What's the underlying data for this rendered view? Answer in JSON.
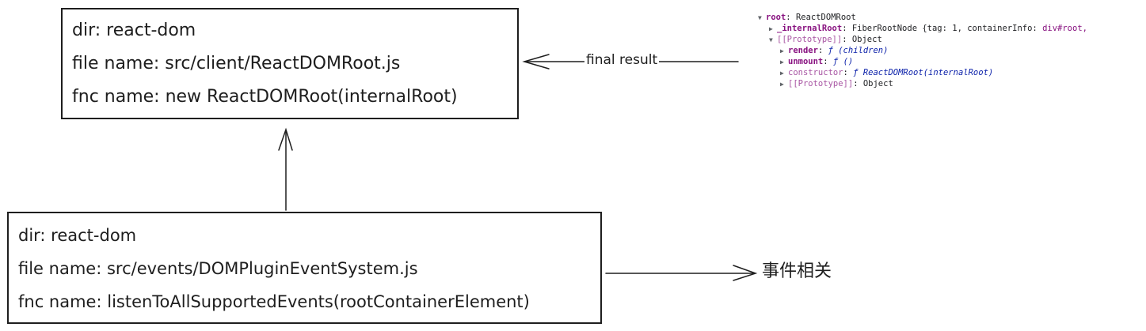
{
  "top_box": {
    "dir": "dir: react-dom",
    "file": "file name: src/client/ReactDOMRoot.js",
    "fnc": "fnc name: new ReactDOMRoot(internalRoot)"
  },
  "bottom_box": {
    "dir": "dir: react-dom",
    "file": "file name: src/events/DOMPluginEventSystem.js",
    "fnc": "fnc name: listenToAllSupportedEvents(rootContainerElement)"
  },
  "final_result_label": "final result",
  "events_label": "事件相关",
  "devtools": {
    "root_key": "root",
    "root_val": ": ReactDOMRoot",
    "internal_key": "_internalRoot",
    "internal_val": ": FiberRootNode {tag: 1, containerInfo: ",
    "internal_node": "div#root,",
    "proto_key": "[[Prototype]]",
    "proto_val": ": Object",
    "render_key": "render",
    "render_val": ": ",
    "render_fn": "ƒ (children)",
    "unmount_key": "unmount",
    "unmount_val": ": ",
    "unmount_fn": "ƒ ()",
    "constructor_key": "constructor",
    "constructor_val": ": ",
    "constructor_fn": "ƒ ReactDOMRoot(internalRoot)",
    "proto2_key": "[[Prototype]]",
    "proto2_val": ": Object"
  },
  "colors": {
    "stroke": "#1e1e1e",
    "devtools_key": "#881280",
    "devtools_fn": "#0d22aa"
  }
}
